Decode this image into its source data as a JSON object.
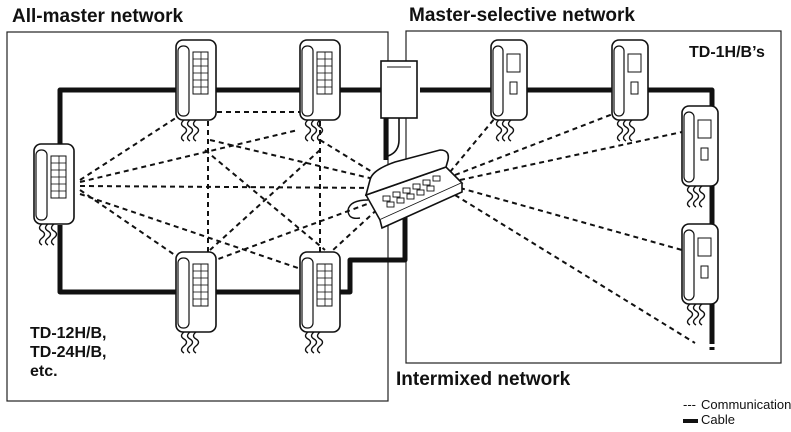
{
  "labels": {
    "all_master": "All-master network",
    "master_selective": "Master-selective network",
    "intermixed": "Intermixed network",
    "td1": "TD-1H/B’s",
    "models": [
      "TD-12H/B,",
      "TD-24H/B,",
      "etc."
    ]
  },
  "legend": {
    "communication_symbol": "---",
    "communication": "Communication",
    "cable": "Cable"
  }
}
